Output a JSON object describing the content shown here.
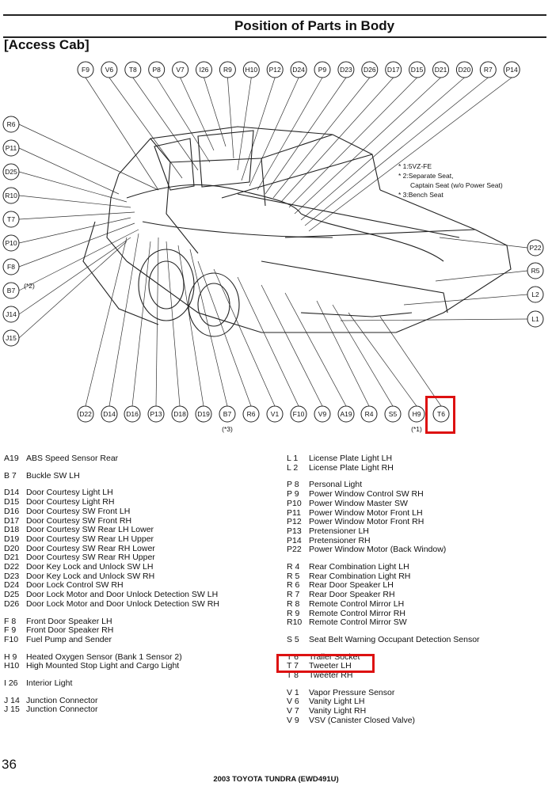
{
  "title": "Position of Parts in Body",
  "section": "[Access Cab]",
  "top_connectors": [
    "F9",
    "V6",
    "T8",
    "P8",
    "V7",
    "I26",
    "R9",
    "H10",
    "P12",
    "D24",
    "P9",
    "D23",
    "D26",
    "D17",
    "D15",
    "D21",
    "D20",
    "R7",
    "P14"
  ],
  "left_connectors": [
    "R6",
    "P11",
    "D25",
    "R10",
    "T7",
    "P10",
    "F8",
    "B7",
    "J14",
    "J15"
  ],
  "left_connector_notes": {
    "B7": "(*2)"
  },
  "right_connectors": [
    "P22",
    "R5",
    "L2",
    "L1"
  ],
  "bottom_connectors": [
    "D22",
    "D14",
    "D16",
    "P13",
    "D18",
    "D19",
    "B7",
    "R6",
    "V1",
    "F10",
    "V9",
    "A19",
    "R4",
    "S5",
    "H9",
    "T6"
  ],
  "bottom_connector_notes": {
    "B7": "(*3)",
    "H9": "(*1)"
  },
  "notes": [
    "* 1:5VZ-FE",
    "* 2:Separate Seat,",
    "Captain Seat (w/o Power Seat)",
    "* 3:Bench Seat"
  ],
  "highlighted_connector": "T6",
  "parts_left": [
    {
      "code": "A19",
      "name": "ABS Speed Sensor Rear"
    },
    {
      "gap": true
    },
    {
      "code": "B 7",
      "name": "Buckle SW LH"
    },
    {
      "gap": true
    },
    {
      "code": "D14",
      "name": "Door Courtesy Light LH"
    },
    {
      "code": "D15",
      "name": "Door Courtesy Light RH"
    },
    {
      "code": "D16",
      "name": "Door Courtesy SW Front LH"
    },
    {
      "code": "D17",
      "name": "Door Courtesy SW Front RH"
    },
    {
      "code": "D18",
      "name": "Door Courtesy SW Rear LH Lower"
    },
    {
      "code": "D19",
      "name": "Door Courtesy SW Rear LH Upper"
    },
    {
      "code": "D20",
      "name": "Door Courtesy SW Rear RH Lower"
    },
    {
      "code": "D21",
      "name": "Door Courtesy SW Rear RH Upper"
    },
    {
      "code": "D22",
      "name": "Door Key Lock and Unlock SW LH"
    },
    {
      "code": "D23",
      "name": "Door Key Lock and Unlock SW RH"
    },
    {
      "code": "D24",
      "name": "Door Lock Control SW RH"
    },
    {
      "code": "D25",
      "name": "Door Lock Motor and Door Unlock Detection SW LH"
    },
    {
      "code": "D26",
      "name": "Door Lock Motor and Door Unlock Detection SW RH"
    },
    {
      "gap": true
    },
    {
      "code": "F 8",
      "name": "Front Door Speaker LH"
    },
    {
      "code": "F 9",
      "name": "Front Door Speaker RH"
    },
    {
      "code": "F10",
      "name": "Fuel Pump and Sender"
    },
    {
      "gap": true
    },
    {
      "code": "H 9",
      "name": "Heated Oxygen Sensor (Bank 1 Sensor 2)"
    },
    {
      "code": "H10",
      "name": "High Mounted Stop Light and Cargo Light"
    },
    {
      "gap": true
    },
    {
      "code": "I 26",
      "name": "Interior Light"
    },
    {
      "gap": true
    },
    {
      "code": "J 14",
      "name": "Junction Connector"
    },
    {
      "code": "J 15",
      "name": "Junction Connector"
    }
  ],
  "parts_right": [
    {
      "code": "L 1",
      "name": "License Plate Light LH"
    },
    {
      "code": "L 2",
      "name": "License Plate Light RH"
    },
    {
      "gap": true
    },
    {
      "code": "P 8",
      "name": "Personal Light"
    },
    {
      "code": "P 9",
      "name": "Power Window Control SW RH"
    },
    {
      "code": "P10",
      "name": "Power Window Master SW"
    },
    {
      "code": "P11",
      "name": "Power Window Motor Front LH"
    },
    {
      "code": "P12",
      "name": "Power Window Motor Front RH"
    },
    {
      "code": "P13",
      "name": "Pretensioner LH"
    },
    {
      "code": "P14",
      "name": "Pretensioner RH"
    },
    {
      "code": "P22",
      "name": "Power Window Motor (Back Window)"
    },
    {
      "gap": true
    },
    {
      "code": "R 4",
      "name": "Rear Combination Light LH"
    },
    {
      "code": "R 5",
      "name": "Rear Combination Light RH"
    },
    {
      "code": "R 6",
      "name": "Rear Door Speaker LH"
    },
    {
      "code": "R 7",
      "name": "Rear Door Speaker RH"
    },
    {
      "code": "R 8",
      "name": "Remote Control Mirror LH"
    },
    {
      "code": "R 9",
      "name": "Remote Control Mirror RH"
    },
    {
      "code": "R10",
      "name": "Remote Control Mirror SW"
    },
    {
      "gap": true
    },
    {
      "code": "S 5",
      "name": "Seat Belt Warning Occupant Detection Sensor"
    },
    {
      "gap": true
    },
    {
      "code": "T 6",
      "name": "Trailer Socket"
    },
    {
      "code": "T 7",
      "name": "Tweeter LH"
    },
    {
      "code": "T 8",
      "name": "Tweeter RH"
    },
    {
      "gap": true
    },
    {
      "code": "V 1",
      "name": "Vapor Pressure Sensor"
    },
    {
      "code": "V 6",
      "name": "Vanity Light LH"
    },
    {
      "code": "V 7",
      "name": "Vanity Light RH"
    },
    {
      "code": "V 9",
      "name": "VSV (Canister Closed Valve)"
    }
  ],
  "page_number": "36",
  "footer": "2003 TOYOTA TUNDRA (EWD491U)",
  "colors": {
    "highlight": "#dd1111",
    "ink": "#111111"
  }
}
